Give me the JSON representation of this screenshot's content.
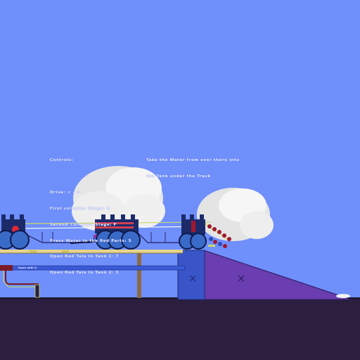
{
  "hud": {
    "controls_title": "Controls:",
    "controls_lines": [
      "Drive: < - >",
      "First collector Stage: 8",
      "Second Collector Stage: F",
      "Press Water In the Red Parts: 5",
      "Open Red Tale In Tank 1: 7",
      "Open Red Tale In Tank 2: 3"
    ],
    "objective_lines": [
      "Take the Water from over there into",
      "the Tank under the Track"
    ],
    "valve_label": "Open with 8"
  },
  "colors": {
    "sky": "#6f8ffb",
    "ground": "#2b1e3f",
    "ramp": "#6a3db0",
    "tank": "#3a55c8",
    "water": "#ffffff",
    "rail": "#e8d48a"
  },
  "icons": {
    "tank_marker": "x-mark-icon",
    "wheel": "wheel-icon",
    "water": "cloud-icon"
  }
}
